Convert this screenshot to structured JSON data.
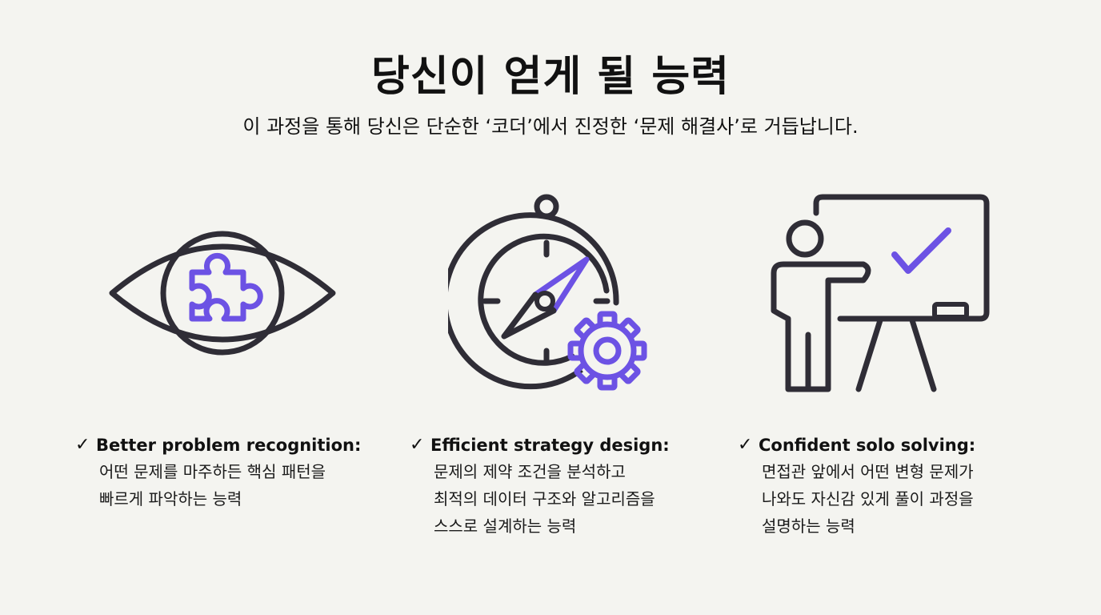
{
  "header": {
    "title": "당신이 얻게 될 능력",
    "subtitle": "이 과정을 통해 당신은 단순한 ‘코더’에서 진정한 ‘문제 해결사’로 거듭납니다."
  },
  "colors": {
    "stroke": "#2f2d36",
    "accent": "#6c52e4",
    "background": "#f4f4f0"
  },
  "features": [
    {
      "icon": "eye-puzzle-icon",
      "heading": "Better problem recognition:",
      "lines": [
        "어떤 문제를 마주하든 핵심 패턴을",
        "빠르게 파악하는 능력"
      ]
    },
    {
      "icon": "compass-gear-icon",
      "heading": "Efficient strategy design:",
      "lines": [
        "문제의 제약 조건을 분석하고",
        "최적의 데이터 구조와 알고리즘을",
        "스스로 설계하는 능력"
      ]
    },
    {
      "icon": "presenter-whiteboard-icon",
      "heading": "Confident solo solving:",
      "lines": [
        "면접관 앞에서 어떤 변형 문제가",
        "나와도 자신감 있게 풀이 과정을",
        "설명하는 능력"
      ]
    }
  ]
}
